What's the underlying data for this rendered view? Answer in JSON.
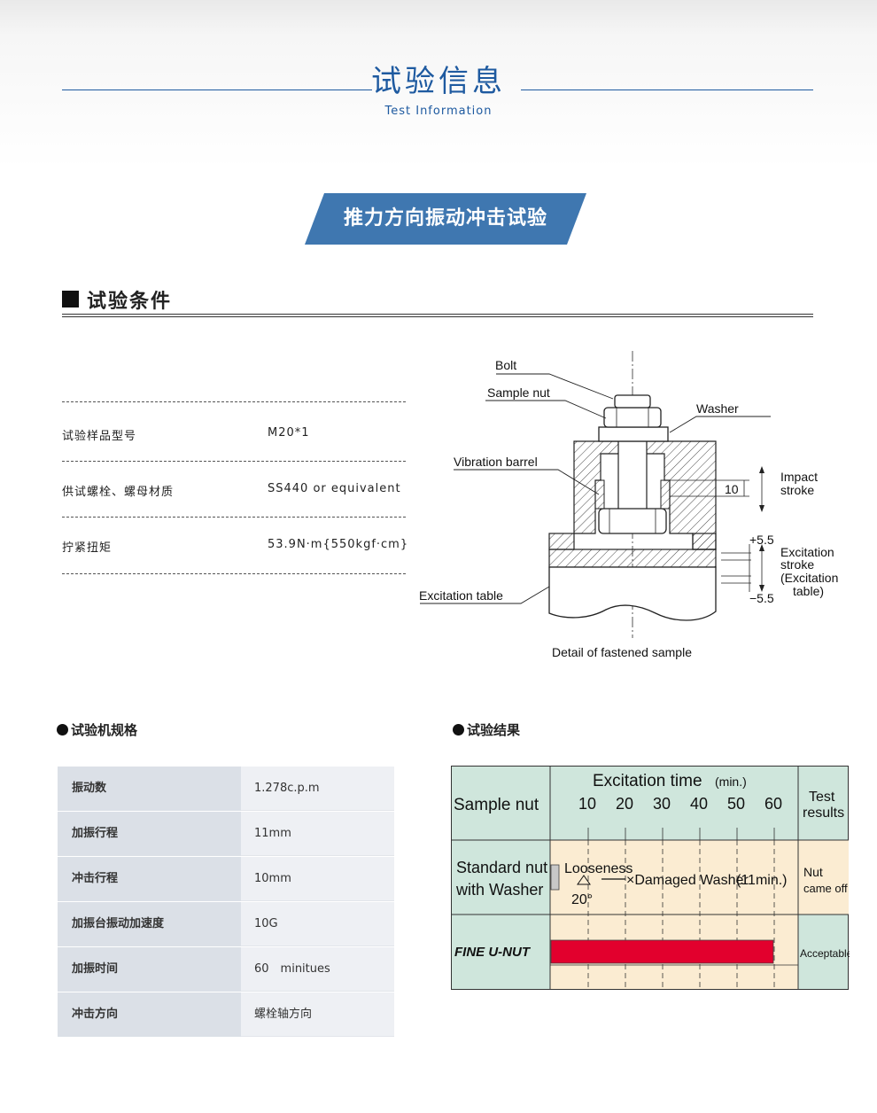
{
  "header": {
    "title": "试验信息",
    "subtitle": "Test Information"
  },
  "banner": {
    "title": "推力方向振动冲击试验"
  },
  "conditions": {
    "title": "试验条件",
    "rows": [
      {
        "label": "试验样品型号",
        "value": "M20*1"
      },
      {
        "label": "供试螺栓、螺母材质",
        "value": "SS440 or equivalent"
      },
      {
        "label": "拧紧扭矩",
        "value": "53.9N·m{550kgf·cm}"
      }
    ]
  },
  "diagram": {
    "labels": {
      "bolt": "Bolt",
      "sample_nut": "Sample nut",
      "washer": "Washer",
      "vibration_barrel": "Vibration barrel",
      "impact_stroke": "10",
      "impact_label_1": "Impact",
      "impact_label_2": "stroke",
      "plus": "+5.5",
      "minus": "−5.5",
      "excitation_1": "Excitation",
      "excitation_2": "stroke",
      "excitation_3": "(Excitation",
      "excitation_4": "table)",
      "excitation_table": "Excitation table",
      "caption": "Detail of fastened sample"
    }
  },
  "spec": {
    "title": "试验机规格",
    "rows": [
      {
        "label": "振动数",
        "value": "1.278c.p.m"
      },
      {
        "label": "加振行程",
        "value": "11mm"
      },
      {
        "label": "冲击行程",
        "value": "10mm"
      },
      {
        "label": "加振台振动加速度",
        "value": "10G"
      },
      {
        "label": "加振时间",
        "value": "60　minitues"
      },
      {
        "label": "冲击方向",
        "value": "螺栓轴方向"
      }
    ]
  },
  "results": {
    "title": "试验结果",
    "header_sample": "Sample nut",
    "header_time": "Excitation time",
    "header_time_unit": "(min.)",
    "header_result_1": "Test",
    "header_result_2": "results",
    "ticks": [
      "10",
      "20",
      "30",
      "40",
      "50",
      "60"
    ],
    "row1_name_1": "Standard nut",
    "row1_name_2": "with Washer",
    "row1_looseness": "Looseness",
    "row1_angle": "20°",
    "row1_damaged": "×Damaged Washer",
    "row1_time": "(11min.)",
    "row1_result_1": "Nut",
    "row1_result_2": "came off",
    "row2_name": "FINE U-NUT",
    "row2_result": "Acceptable",
    "colors": {
      "header_bg": "#cfe6dc",
      "row_bg": "#fbecd2",
      "bar": "#e2002d"
    }
  }
}
